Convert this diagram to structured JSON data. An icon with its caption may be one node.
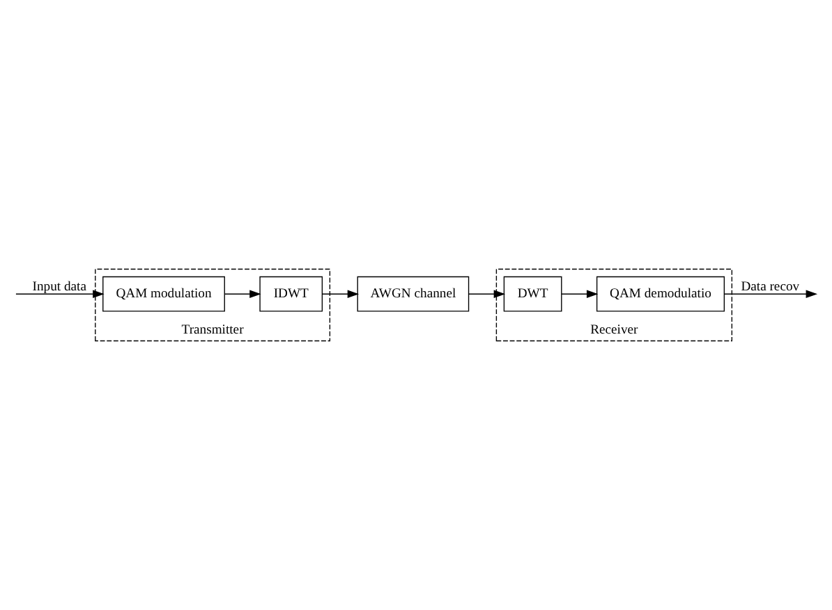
{
  "diagram": {
    "nodes": [
      {
        "text": [
          "Transmitter"
        ]
      },
      {
        "text": [
          "QAM modulation"
        ],
        "in": 0
      },
      {
        "text": [
          "IDWT"
        ],
        "in": 0
      },
      {
        "text": [
          "AWGN channel"
        ]
      },
      {
        "text": [
          "Receiver"
        ]
      },
      {
        "text": [
          "DWT"
        ],
        "in": 4
      },
      {
        "text": [
          "QAM demodulatio"
        ],
        "in": 4
      }
    ],
    "edges": [
      {
        "from": null,
        "to": 1,
        "arrow": "to",
        "label": "Input data"
      },
      {
        "from": 1,
        "to": 2,
        "arrow": "to"
      },
      {
        "from": 2,
        "to": 3,
        "arrow": "to"
      },
      {
        "from": 3,
        "to": 5,
        "arrow": "to"
      },
      {
        "from": 5,
        "to": 6,
        "arrow": "to"
      },
      {
        "from": 6,
        "to": null,
        "arrow": "to",
        "label": "Data recov"
      }
    ]
  }
}
